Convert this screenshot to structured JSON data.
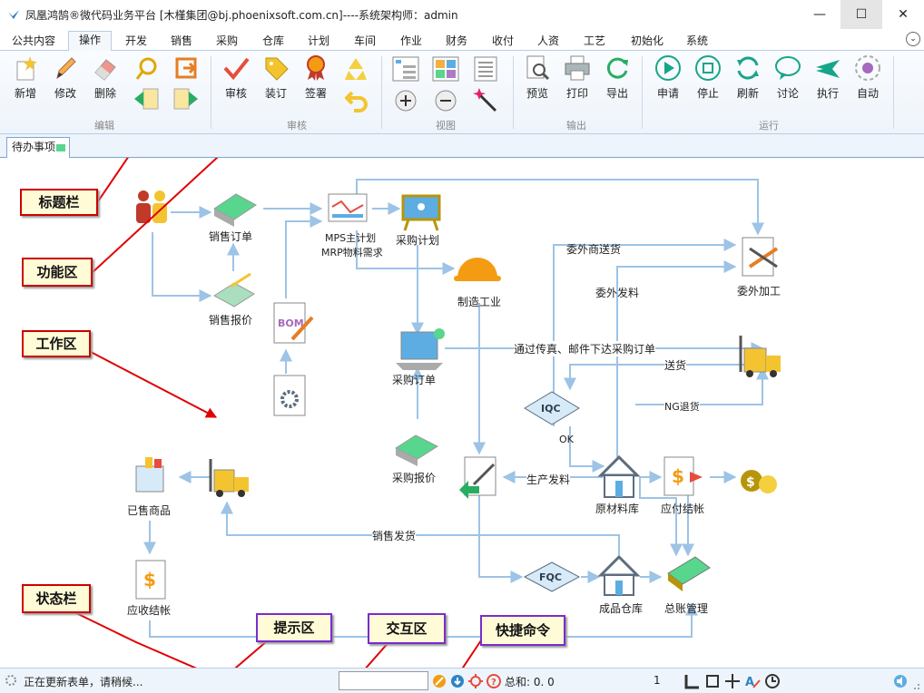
{
  "window": {
    "title": "凤凰鸿鹄®微代码业务平台  [木槿集团@bj.phoenixsoft.com.cn]----系统架构师：admin",
    "minimize": "—",
    "maximize": "☐",
    "close": "✕"
  },
  "menu": {
    "tabs": [
      {
        "label": "公共内容"
      },
      {
        "label": "操作"
      },
      {
        "label": "开发"
      },
      {
        "label": "销售"
      },
      {
        "label": "采购"
      },
      {
        "label": "仓库"
      },
      {
        "label": "计划"
      },
      {
        "label": "车间"
      },
      {
        "label": "作业"
      },
      {
        "label": "财务"
      },
      {
        "label": "收付"
      },
      {
        "label": "人资"
      },
      {
        "label": "工艺"
      },
      {
        "label": "初始化"
      },
      {
        "label": "系统"
      }
    ],
    "active_tab": "操作",
    "expand_glyph": "⌄"
  },
  "ribbon": {
    "groups": {
      "edit": "编辑",
      "review": "审核",
      "view": "视图",
      "output": "输出",
      "run": "运行"
    },
    "edit": {
      "new": "新增",
      "modify": "修改",
      "delete": "删除"
    },
    "review": {
      "review": "审核",
      "bind": "装订",
      "sign": "签署"
    },
    "output": {
      "preview": "预览",
      "print": "打印",
      "export": "导出"
    },
    "run": {
      "apply": "申请",
      "stop": "停止",
      "refresh": "刷新",
      "discuss": "讨论",
      "execute": "执行",
      "auto": "自动"
    }
  },
  "doc_tab": "待办事项",
  "flow": {
    "sales_order": "销售订单",
    "sales_quote": "销售报价",
    "mps": "MPS主计划",
    "mrp": "MRP物料需求",
    "purchase_plan": "采购计划",
    "manufacturing": "制造工业",
    "purchase_order": "采购订单",
    "purchase_quote": "采购报价",
    "outsource_delivery": "委外商送货",
    "outsource_issue": "委外发料",
    "outsource_process": "委外加工",
    "fax_email": "通过传真、邮件下达采购订单",
    "deliver": "送货",
    "iqc": "IQC",
    "ng_return": "NG退货",
    "ok": "OK",
    "production_issue": "生产发料",
    "raw_warehouse": "原材料库",
    "payable": "应付结帐",
    "sold_goods": "已售商品",
    "sales_delivery": "销售发货",
    "receivable": "应收结帐",
    "fqc": "FQC",
    "finished_warehouse": "成品仓库",
    "ledger": "总账管理",
    "bom": "BOM"
  },
  "callouts": {
    "title_bar": "标题栏",
    "function_area": "功能区",
    "work_area": "工作区",
    "status_bar": "状态栏",
    "hint_area": "提示区",
    "interaction_area": "交互区",
    "shortcut": "快捷命令"
  },
  "status": {
    "message": "正在更新表单，请稍候...",
    "sum": "总和: 0. 0",
    "page": "1"
  },
  "colors": {
    "accent": "#7fa5d0",
    "arrow": "#9dc3e6",
    "callout_red": "#cc0000",
    "callout_purple": "#7a2bd0",
    "run_green": "#17a589"
  }
}
